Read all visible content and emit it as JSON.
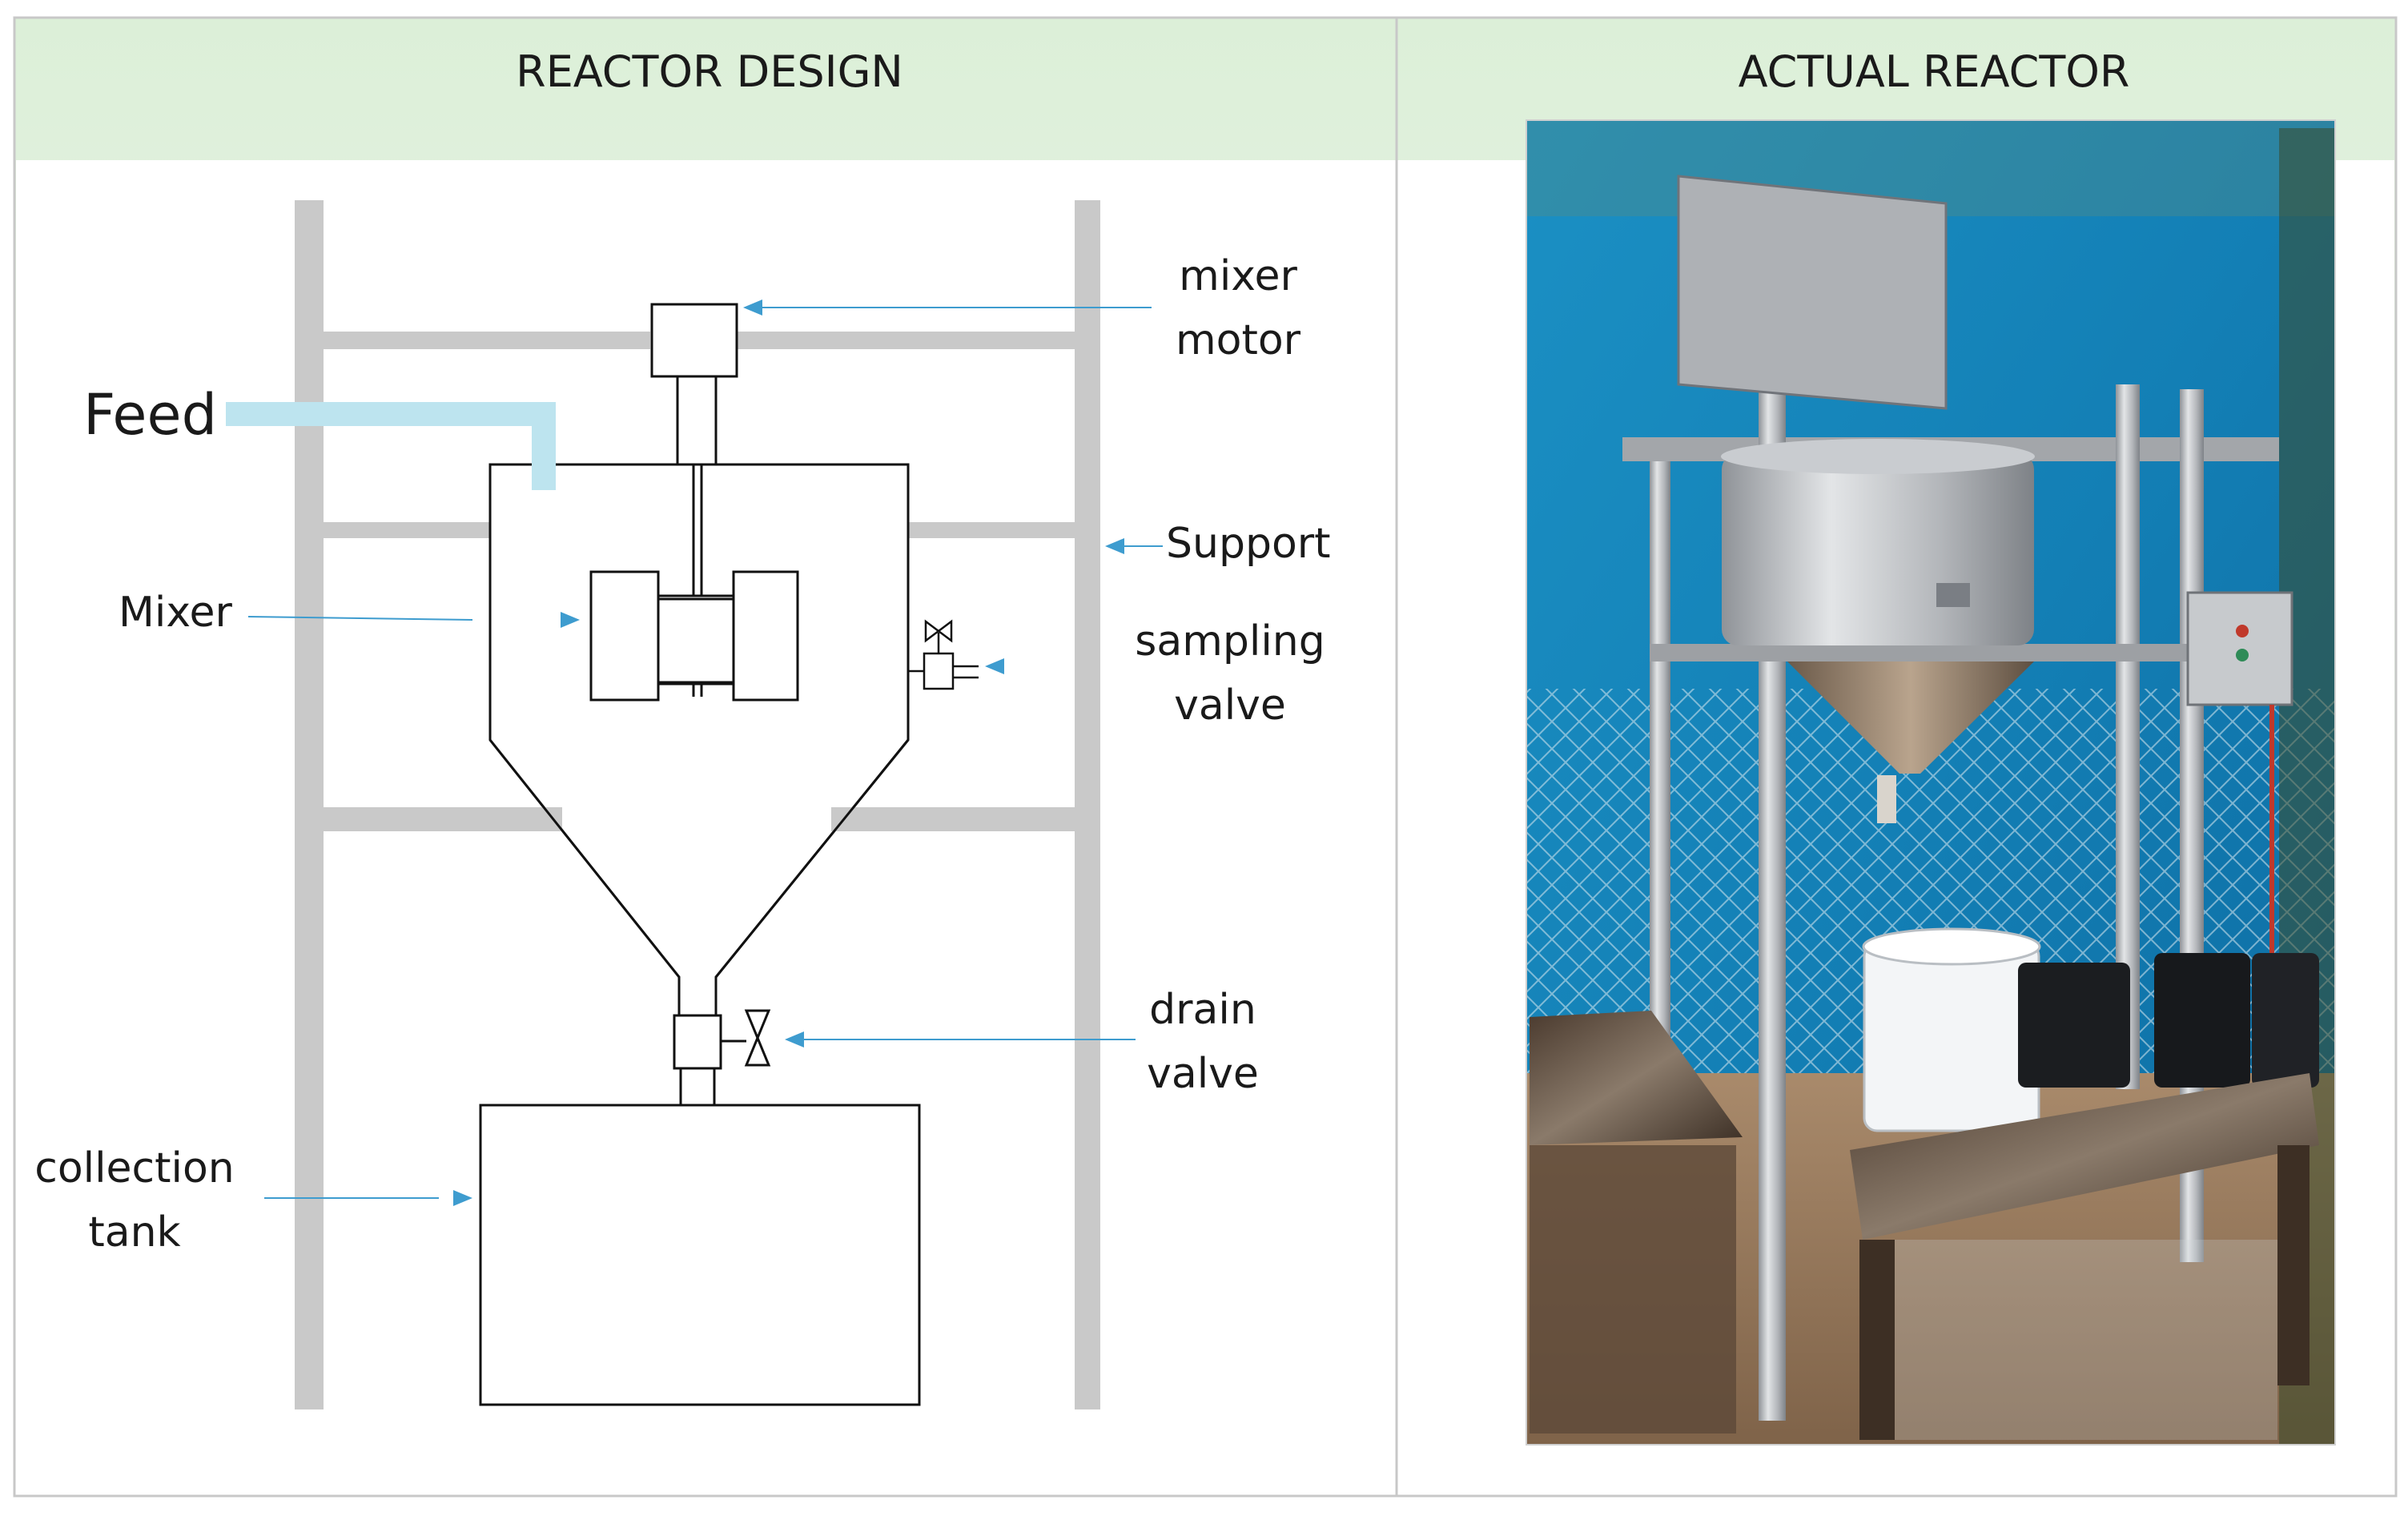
{
  "panels": {
    "design": {
      "title": "REACTOR DESIGN"
    },
    "actual": {
      "title": "ACTUAL REACTOR"
    }
  },
  "labels": {
    "feed": "Feed",
    "mixer_motor": [
      "mixer",
      "motor"
    ],
    "support": "Support",
    "mixer": "Mixer",
    "sampling_valve": [
      "sampling",
      "valve"
    ],
    "drain_valve": [
      "drain",
      "valve"
    ],
    "collection_tank": [
      "collection",
      "tank"
    ]
  },
  "colors": {
    "header_gradient": "#e8f3e6",
    "frame_gray": "#c9c9c9",
    "feed_pipe": "#bde4ef",
    "arrow_blue": "#3e9ccf",
    "tarp_blue": "#1f86b8",
    "steel": "#b9bcc0"
  }
}
